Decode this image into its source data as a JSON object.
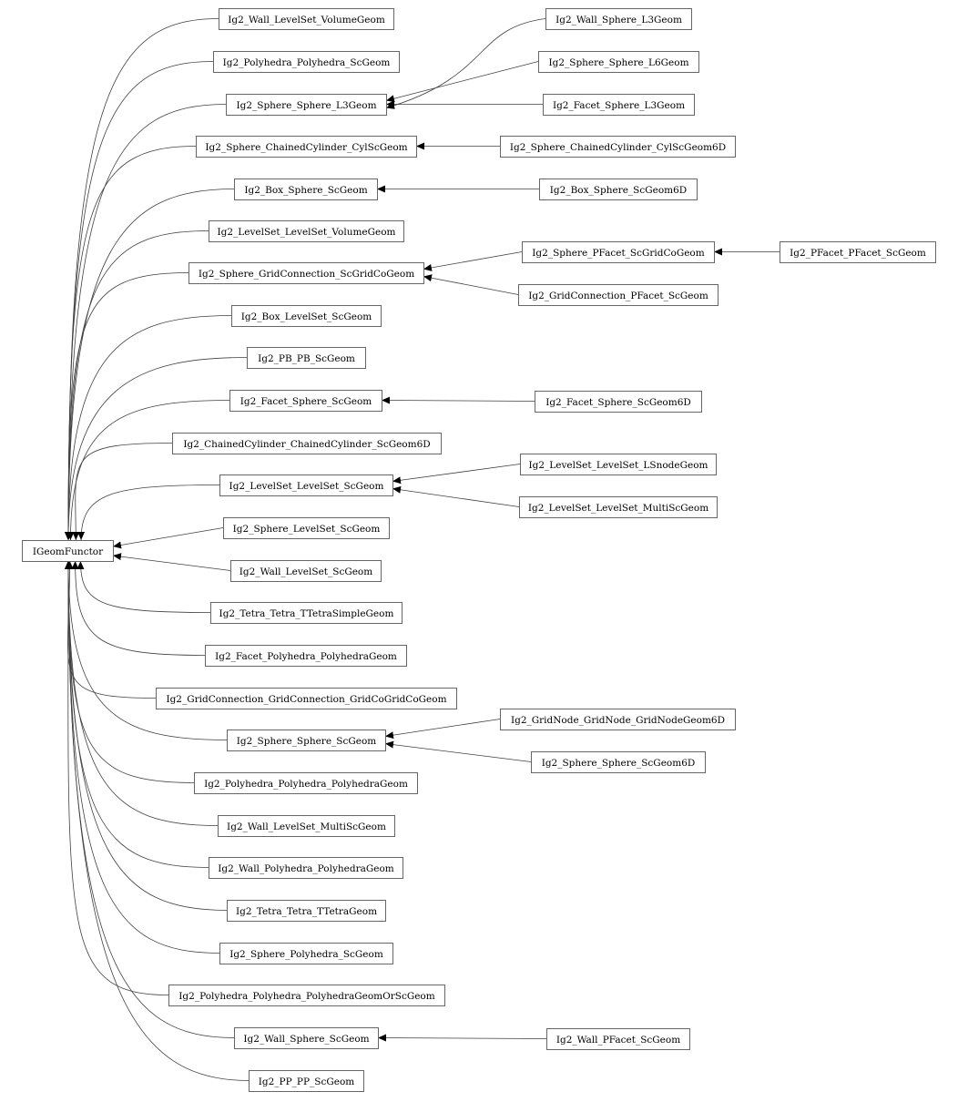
{
  "diagram": {
    "type": "inheritance-graph",
    "root": "IGeomFunctor",
    "nodes": [
      {
        "id": "root",
        "label": "IGeomFunctor",
        "parent": null
      },
      {
        "id": "n1",
        "label": "Ig2_Wall_LevelSet_VolumeGeom",
        "parent": "root"
      },
      {
        "id": "n2",
        "label": "Ig2_Polyhedra_Polyhedra_ScGeom",
        "parent": "root"
      },
      {
        "id": "n3",
        "label": "Ig2_Sphere_Sphere_L3Geom",
        "parent": "root"
      },
      {
        "id": "n4",
        "label": "Ig2_Sphere_ChainedCylinder_CylScGeom",
        "parent": "root"
      },
      {
        "id": "n5",
        "label": "Ig2_Box_Sphere_ScGeom",
        "parent": "root"
      },
      {
        "id": "n6",
        "label": "Ig2_LevelSet_LevelSet_VolumeGeom",
        "parent": "root"
      },
      {
        "id": "n7",
        "label": "Ig2_Sphere_GridConnection_ScGridCoGeom",
        "parent": "root"
      },
      {
        "id": "n8",
        "label": "Ig2_Box_LevelSet_ScGeom",
        "parent": "root"
      },
      {
        "id": "n9",
        "label": "Ig2_PB_PB_ScGeom",
        "parent": "root"
      },
      {
        "id": "n10",
        "label": "Ig2_Facet_Sphere_ScGeom",
        "parent": "root"
      },
      {
        "id": "n11",
        "label": "Ig2_ChainedCylinder_ChainedCylinder_ScGeom6D",
        "parent": "root"
      },
      {
        "id": "n12",
        "label": "Ig2_LevelSet_LevelSet_ScGeom",
        "parent": "root"
      },
      {
        "id": "n13",
        "label": "Ig2_Sphere_LevelSet_ScGeom",
        "parent": "root"
      },
      {
        "id": "n14",
        "label": "Ig2_Wall_LevelSet_ScGeom",
        "parent": "root"
      },
      {
        "id": "n15",
        "label": "Ig2_Tetra_Tetra_TTetraSimpleGeom",
        "parent": "root"
      },
      {
        "id": "n16",
        "label": "Ig2_Facet_Polyhedra_PolyhedraGeom",
        "parent": "root"
      },
      {
        "id": "n17",
        "label": "Ig2_GridConnection_GridConnection_GridCoGridCoGeom",
        "parent": "root"
      },
      {
        "id": "n18",
        "label": "Ig2_Sphere_Sphere_ScGeom",
        "parent": "root"
      },
      {
        "id": "n19",
        "label": "Ig2_Polyhedra_Polyhedra_PolyhedraGeom",
        "parent": "root"
      },
      {
        "id": "n20",
        "label": "Ig2_Wall_LevelSet_MultiScGeom",
        "parent": "root"
      },
      {
        "id": "n21",
        "label": "Ig2_Wall_Polyhedra_PolyhedraGeom",
        "parent": "root"
      },
      {
        "id": "n22",
        "label": "Ig2_Tetra_Tetra_TTetraGeom",
        "parent": "root"
      },
      {
        "id": "n23",
        "label": "Ig2_Sphere_Polyhedra_ScGeom",
        "parent": "root"
      },
      {
        "id": "n24",
        "label": "Ig2_Polyhedra_Polyhedra_PolyhedraGeomOrScGeom",
        "parent": "root"
      },
      {
        "id": "n25",
        "label": "Ig2_Wall_Sphere_ScGeom",
        "parent": "root"
      },
      {
        "id": "n26",
        "label": "Ig2_PP_PP_ScGeom",
        "parent": "root"
      },
      {
        "id": "c1",
        "label": "Ig2_Wall_Sphere_L3Geom",
        "parent": "n3"
      },
      {
        "id": "c2",
        "label": "Ig2_Sphere_Sphere_L6Geom",
        "parent": "n3"
      },
      {
        "id": "c3",
        "label": "Ig2_Facet_Sphere_L3Geom",
        "parent": "n3"
      },
      {
        "id": "c4",
        "label": "Ig2_Sphere_ChainedCylinder_CylScGeom6D",
        "parent": "n4"
      },
      {
        "id": "c5",
        "label": "Ig2_Box_Sphere_ScGeom6D",
        "parent": "n5"
      },
      {
        "id": "c6",
        "label": "Ig2_Sphere_PFacet_ScGridCoGeom",
        "parent": "n7"
      },
      {
        "id": "c7",
        "label": "Ig2_GridConnection_PFacet_ScGeom",
        "parent": "n7"
      },
      {
        "id": "c8",
        "label": "Ig2_Facet_Sphere_ScGeom6D",
        "parent": "n10"
      },
      {
        "id": "c9",
        "label": "Ig2_LevelSet_LevelSet_LSnodeGeom",
        "parent": "n12"
      },
      {
        "id": "c10",
        "label": "Ig2_LevelSet_LevelSet_MultiScGeom",
        "parent": "n12"
      },
      {
        "id": "c11",
        "label": "Ig2_GridNode_GridNode_GridNodeGeom6D",
        "parent": "n18"
      },
      {
        "id": "c12",
        "label": "Ig2_Sphere_Sphere_ScGeom6D",
        "parent": "n18"
      },
      {
        "id": "c13",
        "label": "Ig2_Wall_PFacet_ScGeom",
        "parent": "n25"
      },
      {
        "id": "d1",
        "label": "Ig2_PFacet_PFacet_ScGeom",
        "parent": "c6"
      }
    ]
  }
}
